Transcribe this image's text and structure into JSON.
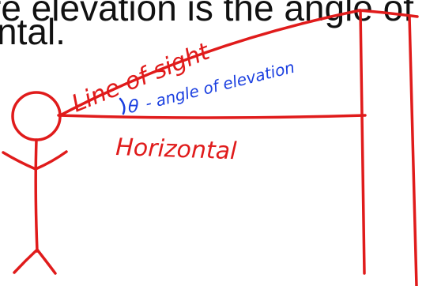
{
  "figure": {
    "top_text_line1": "re elevation is the angle of",
    "top_text_line2": "ntal.",
    "label_line_of_sight": "Line of sight",
    "label_theta": "θ",
    "label_angle": "- angle of elevation",
    "label_horizontal": "Horizontal"
  },
  "colors": {
    "ink_red": "#e01b1b",
    "ink_blue": "#1a3fe0",
    "text_black": "#111111"
  }
}
